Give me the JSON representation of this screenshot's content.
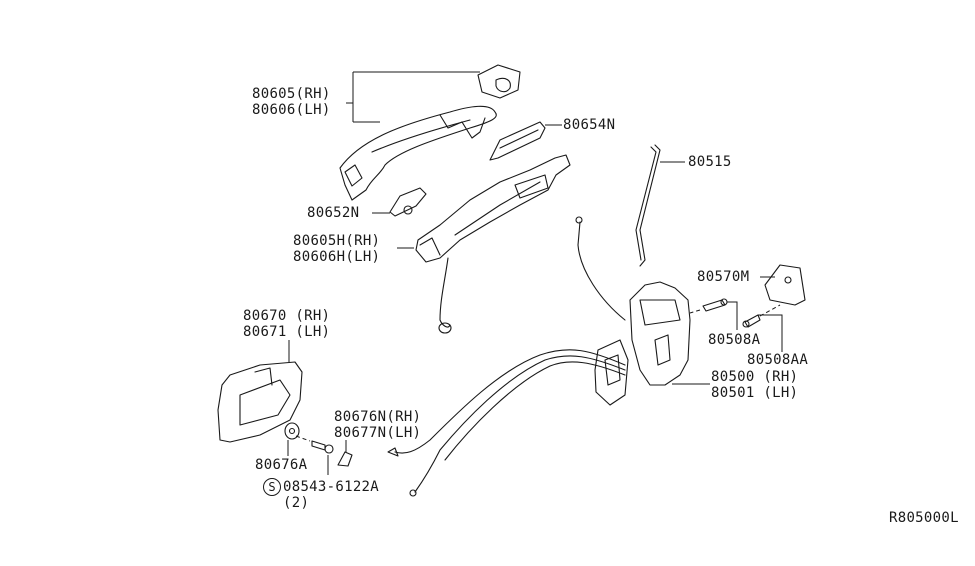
{
  "diagram": {
    "title": "Door lock and handle parts diagram",
    "reference_code": "R805000L",
    "colors": {
      "line": "#1a1a1a",
      "background": "#ffffff"
    },
    "callouts": [
      {
        "id": "outside-handle",
        "lines": [
          "80605(RH)",
          "80606(LH)"
        ]
      },
      {
        "id": "handle-cover",
        "lines": [
          "80654N"
        ]
      },
      {
        "id": "rod",
        "lines": [
          "80515"
        ]
      },
      {
        "id": "escutcheon",
        "lines": [
          "80652N"
        ]
      },
      {
        "id": "handle-bracket",
        "lines": [
          "80605H(RH)",
          "80606H(LH)"
        ]
      },
      {
        "id": "inside-handle",
        "lines": [
          "80670 (RH)",
          "80671 (LH)"
        ]
      },
      {
        "id": "striker",
        "lines": [
          "80570M"
        ]
      },
      {
        "id": "screw-a",
        "lines": [
          "80508A"
        ]
      },
      {
        "id": "screw-aa",
        "lines": [
          "80508AA"
        ]
      },
      {
        "id": "door-lock-actuator",
        "lines": [
          "80500 (RH)",
          "80501 (LH)"
        ]
      },
      {
        "id": "inside-handle-cap",
        "lines": [
          "80676N(RH)",
          "80677N(LH)"
        ]
      },
      {
        "id": "washer",
        "lines": [
          "80676A"
        ]
      },
      {
        "id": "screw-std",
        "symbol": "S",
        "lines": [
          "08543-6122A",
          "(2)"
        ]
      }
    ]
  }
}
